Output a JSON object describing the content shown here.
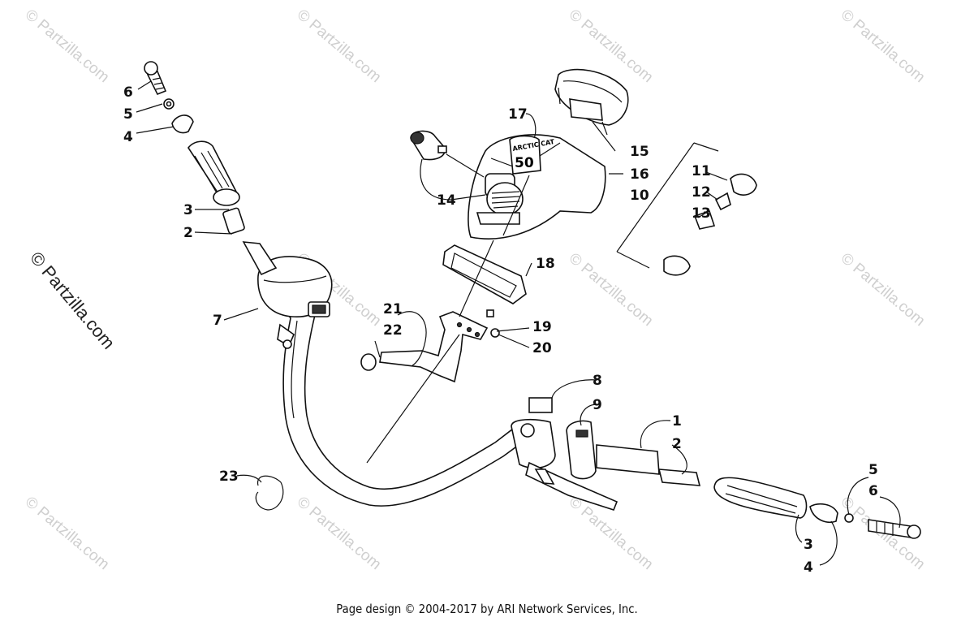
{
  "watermark": {
    "text": "© Partzilla.com",
    "side_text": "© Partzilla.com"
  },
  "footer": "Page design © 2004-2017 by ARI Network Services, Inc.",
  "dash_label": {
    "number": "50",
    "brand": "ARCTIC CAT"
  },
  "callouts": {
    "c6a": "6",
    "c5a": "5",
    "c4a": "4",
    "c3a": "3",
    "c2a": "2",
    "c7": "7",
    "c17": "17",
    "c15": "15",
    "c16": "16",
    "c10": "10",
    "c14": "14",
    "c11": "11",
    "c12": "12",
    "c13": "13",
    "c18": "18",
    "c21": "21",
    "c22": "22",
    "c19": "19",
    "c20": "20",
    "c8": "8",
    "c9": "9",
    "c1": "1",
    "c2b": "2",
    "c23": "23",
    "c5b": "5",
    "c6b": "6",
    "c3b": "3",
    "c4b": "4"
  }
}
